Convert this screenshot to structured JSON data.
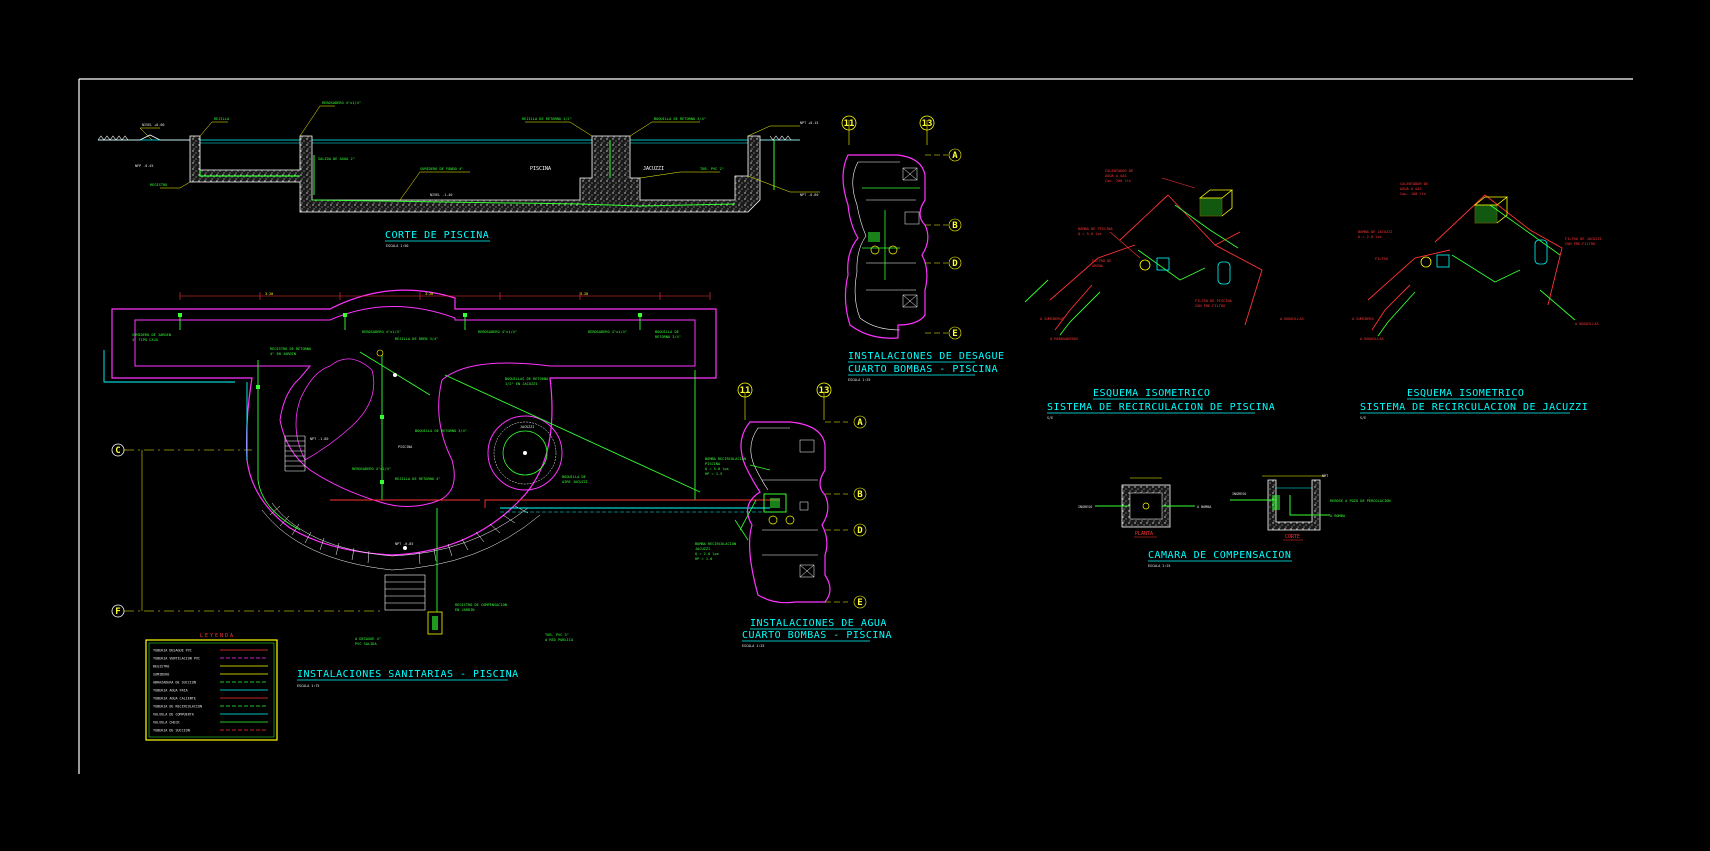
{
  "drawing": {
    "titles": {
      "section": "CORTE DE PISCINA",
      "section_scale": "ESCALA 1:50",
      "plan": "INSTALACIONES SANITARIAS - PISCINA",
      "plan_scale": "ESCALA 1:75",
      "drain_line1": "INSTALACIONES DE DESAGUE",
      "drain_line2": "CUARTO BOMBAS - PISCINA",
      "drain_scale": "ESCALA 1:25",
      "water_line1": "INSTALACIONES DE AGUA",
      "water_line2": "CUARTO BOMBAS - PISCINA",
      "water_scale": "ESCALA 1:25",
      "iso_pool_line1": "ESQUEMA ISOMETRICO",
      "iso_pool_line2": "SISTEMA DE RECIRCULACION DE PISCINA",
      "iso_pool_scale": "S/E",
      "iso_jac_line1": "ESQUEMA ISOMETRICO",
      "iso_jac_line2": "SISTEMA DE RECIRCULACION DE JACUZZI",
      "iso_jac_scale": "S/E",
      "chamber": "CAMARA DE COMPENSACION",
      "chamber_scale": "ESCALA 1:25",
      "chamber_plan": "PLANTA",
      "chamber_cut": "CORTE",
      "legend": "LEYENDA"
    },
    "section_labels": {
      "pool": "PISCINA",
      "jacuzzi": "JACUZZI"
    },
    "grid": {
      "c": "C",
      "f": "F",
      "a": "A",
      "b": "B",
      "d": "D",
      "e": "E",
      "n11": "11",
      "n13": "13"
    },
    "legend_rows": [
      "TUBERIA DESAGUE PVC",
      "TUBERIA VENTILACION PVC",
      "REGISTRO",
      "SUMIDERO",
      "ABRAZADERA DE SUCCION",
      "TUBERIA AGUA FRIA",
      "TUBERIA AGUA CALIENTE",
      "TUBERIA DE RECIRCULACION",
      "VALVULA DE COMPUERTA",
      "VALVULA CHECK",
      "TUBERIA DE SUCCION"
    ],
    "colors": {
      "background": "#000000",
      "frame": "#ffffff",
      "title": "#00ffff",
      "wall": "#ff33ff",
      "pipe_green": "#33ff33",
      "pipe_red": "#ff3333",
      "label_yellow": "#ffff00"
    }
  }
}
